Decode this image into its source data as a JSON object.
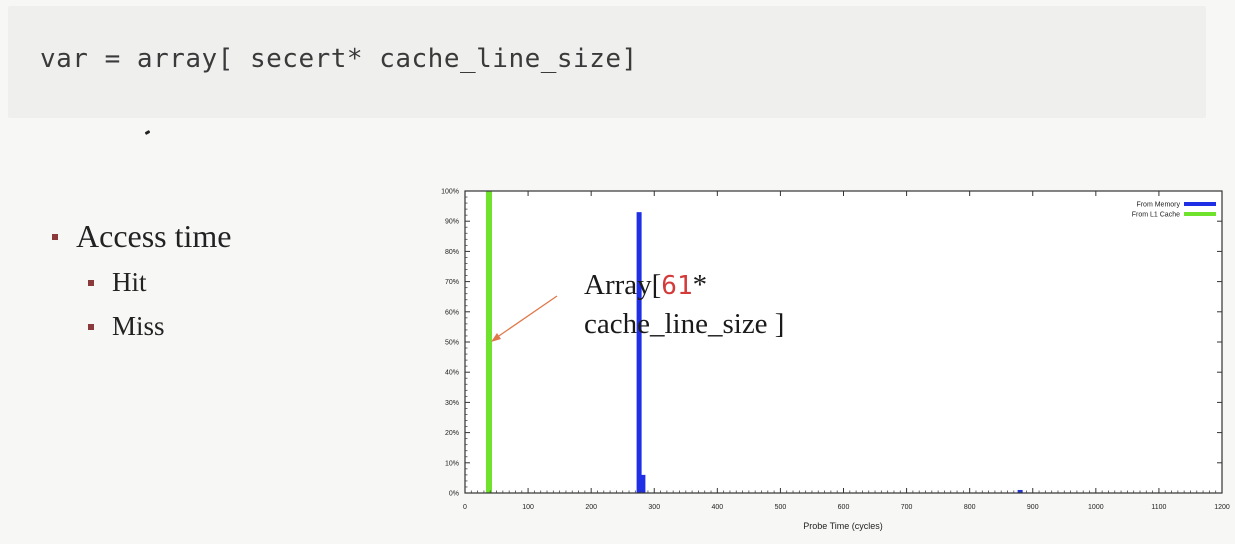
{
  "code": {
    "line": "var = array[ secert* cache_line_size]"
  },
  "bullets": {
    "main": "Access time",
    "sub": [
      "Hit",
      "Miss"
    ]
  },
  "annotation": {
    "prefix": "Array[",
    "index": "61",
    "suffix": "*",
    "line2": "cache_line_size ]"
  },
  "colors": {
    "memory": "#1f2fe6",
    "l1": "#6fe22b",
    "arrow": "#e0784a",
    "index_text": "#d43a3a"
  },
  "chart_data": {
    "type": "bar",
    "xlabel": "Probe Time (cycles)",
    "ylabel": "",
    "xlim": [
      0,
      1200
    ],
    "ylim": [
      0,
      100
    ],
    "xticks": [
      0,
      100,
      200,
      300,
      400,
      500,
      600,
      700,
      800,
      900,
      1000,
      1100,
      1200
    ],
    "xtick_labels": [
      "0",
      "100",
      "200",
      "300",
      "400",
      "500",
      "600",
      "700",
      "800",
      "900",
      "1000",
      "1100",
      "1200"
    ],
    "yticks": [
      0,
      10,
      20,
      30,
      40,
      50,
      60,
      70,
      80,
      90,
      100
    ],
    "ytick_labels": [
      "0%",
      "10%",
      "20%",
      "30%",
      "40%",
      "50%",
      "60%",
      "70%",
      "80%",
      "90%",
      "100%"
    ],
    "legend_position": "top-right",
    "series": [
      {
        "name": "From Memory",
        "color": "#1f2fe6",
        "points": [
          {
            "x": 276,
            "y": 93
          },
          {
            "x": 282,
            "y": 6
          },
          {
            "x": 880,
            "y": 1
          }
        ]
      },
      {
        "name": "From L1 Cache",
        "color": "#6fe22b",
        "points": [
          {
            "x": 38,
            "y": 100
          }
        ]
      }
    ]
  }
}
